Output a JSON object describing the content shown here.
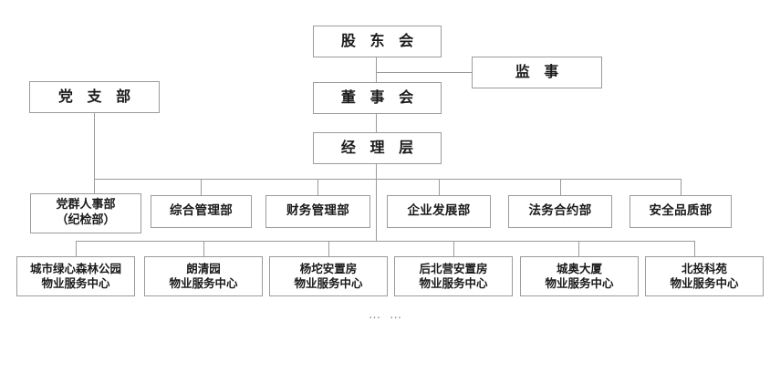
{
  "chart_data": {
    "type": "diagram",
    "diagram_type": "organizational-chart",
    "title": "",
    "orientation": "top-down",
    "levels": [
      {
        "name": "governance",
        "nodes": [
          "股东会",
          "监事",
          "董事会"
        ]
      },
      {
        "name": "management",
        "nodes": [
          "经理层"
        ]
      },
      {
        "name": "party",
        "nodes": [
          "党支部"
        ]
      },
      {
        "name": "departments",
        "nodes": [
          "党群人事部（纪检部）",
          "综合管理部",
          "财务管理部",
          "企业发展部",
          "法务合约部",
          "安全品质部"
        ]
      },
      {
        "name": "service_centers",
        "nodes": [
          "城市绿心森林公园物业服务中心",
          "朗清园物业服务中心",
          "杨坨安置房物业服务中心",
          "后北营安置房物业服务中心",
          "城奥大厦物业服务中心",
          "北投科苑物业服务中心"
        ]
      }
    ],
    "edges": [
      {
        "from": "股东会",
        "to": "监事"
      },
      {
        "from": "股东会",
        "to": "董事会"
      },
      {
        "from": "董事会",
        "to": "经理层"
      },
      {
        "from": "经理层",
        "to": "党群人事部（纪检部）"
      },
      {
        "from": "经理层",
        "to": "综合管理部"
      },
      {
        "from": "经理层",
        "to": "财务管理部"
      },
      {
        "from": "经理层",
        "to": "企业发展部"
      },
      {
        "from": "经理层",
        "to": "法务合约部"
      },
      {
        "from": "经理层",
        "to": "安全品质部"
      },
      {
        "from": "党支部",
        "to": "党群人事部（纪检部）"
      },
      {
        "from": "经理层",
        "to": "城市绿心森林公园物业服务中心"
      },
      {
        "from": "经理层",
        "to": "朗清园物业服务中心"
      },
      {
        "from": "经理层",
        "to": "杨坨安置房物业服务中心"
      },
      {
        "from": "经理层",
        "to": "后北营安置房物业服务中心"
      },
      {
        "from": "经理层",
        "to": "城奥大厦物业服务中心"
      },
      {
        "from": "经理层",
        "to": "北投科苑物业服务中心"
      }
    ],
    "colors": {
      "box_border": "#9b9b9b",
      "box_fill": "#ffffff",
      "connector": "#9b9b9b",
      "text": "#1a1a1a",
      "background": "#ffffff",
      "ellipsis": "#8d8d8d"
    },
    "footnote": "… …"
  },
  "nodes": {
    "shareholders": "股 东 会",
    "supervisor": "监 事",
    "board": "董 事 会",
    "management": "经 理 层",
    "party_branch": "党 支 部"
  },
  "departments": [
    {
      "label": "党群人事部\n（纪检部）"
    },
    {
      "label": "综合管理部"
    },
    {
      "label": "财务管理部"
    },
    {
      "label": "企业发展部"
    },
    {
      "label": "法务合约部"
    },
    {
      "label": "安全品质部"
    }
  ],
  "service_centers": [
    {
      "label": "城市绿心森林公园\n物业服务中心"
    },
    {
      "label": "朗清园\n物业服务中心"
    },
    {
      "label": "杨坨安置房\n物业服务中心"
    },
    {
      "label": "后北营安置房\n物业服务中心"
    },
    {
      "label": "城奥大厦\n物业服务中心"
    },
    {
      "label": "北投科苑\n物业服务中心"
    }
  ],
  "footnote": "… …"
}
